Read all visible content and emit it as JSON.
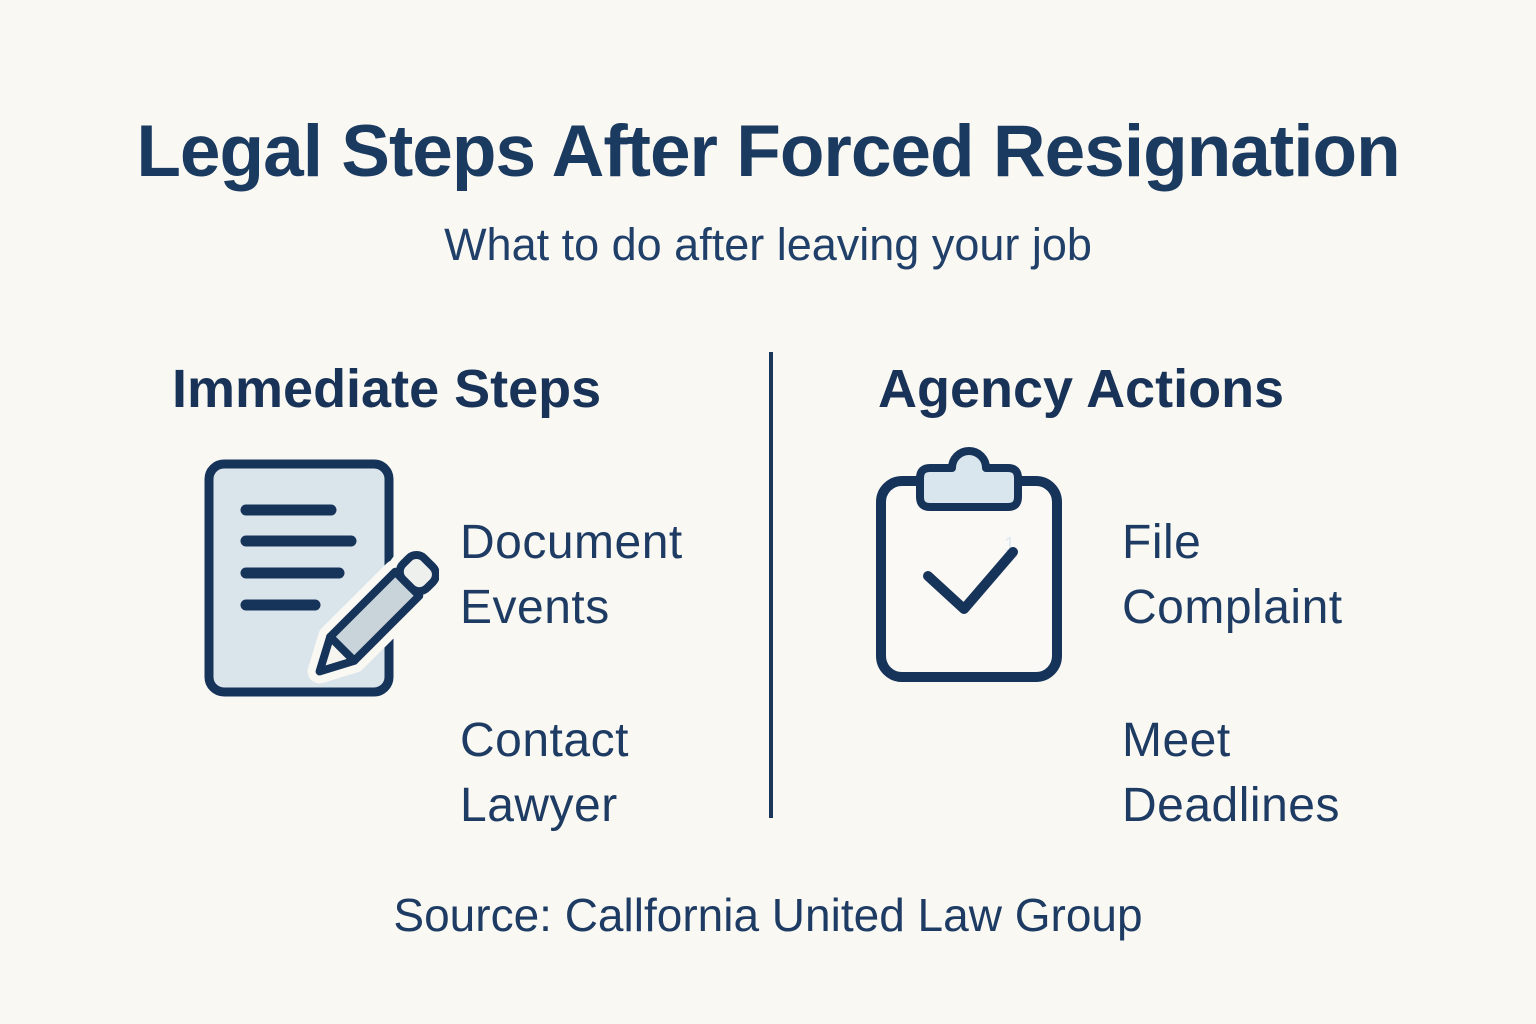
{
  "meta": {
    "type": "infographic",
    "colors": {
      "background": "#faf8f3",
      "navy_text": "#1c3a5f",
      "navy_stroke": "#16345a",
      "document_fill": "#dae5eb",
      "pencil_fill": "#c9d3da",
      "clip_fill": "#d9e6ee",
      "board_fill": "#fbf9f5"
    }
  },
  "header": {
    "title": "Legal Steps After Forced Resignation",
    "subtitle": "What to do after leaving your job"
  },
  "columns": [
    {
      "heading": "Immediate Steps",
      "icon": "document-pencil-icon",
      "items": [
        "Document Events",
        "Contact Lawyer"
      ]
    },
    {
      "heading": "Agency Actions",
      "icon": "clipboard-check-icon",
      "items": [
        "File Complaint",
        "Meet Deadlines"
      ]
    }
  ],
  "footer": {
    "source": "Source: Callfornia United Law Group"
  },
  "artifact": {
    "ghost_glyph": "1"
  }
}
